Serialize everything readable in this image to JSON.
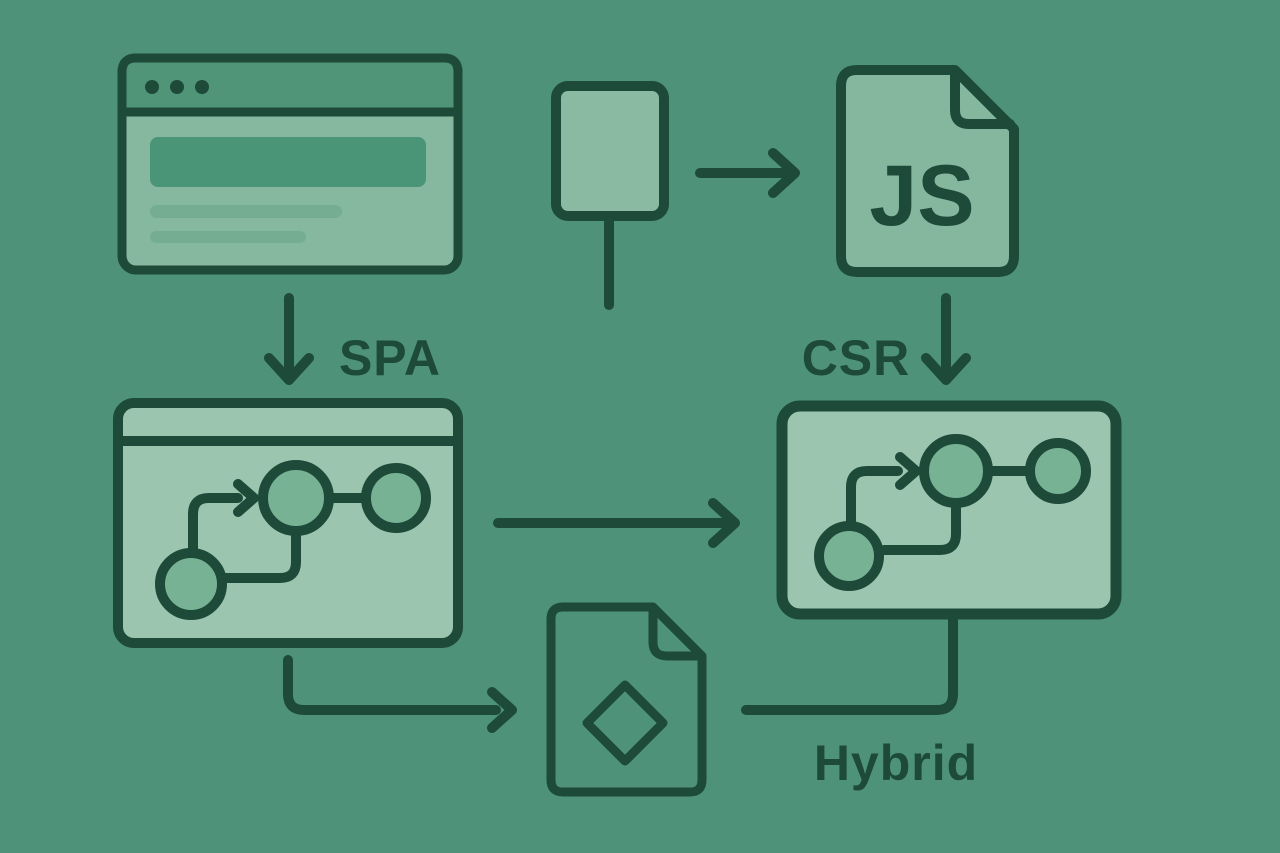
{
  "labels": {
    "spa": "SPA",
    "csr": "CSR",
    "hybrid": "Hybrid",
    "js_file": "JS"
  },
  "colors": {
    "background": "#4e9379",
    "outline": "#1d4a39",
    "window_body": "#9cc5af",
    "browser_body": "#86b79f",
    "browser_header": "#519579",
    "hero_block": "#4a9478",
    "text_line": "#74ad92",
    "flow_node_fill": "#77b295",
    "card_fill": "#8abaa2",
    "js_file_fill": "#85b79e"
  },
  "diagram": {
    "nodes": [
      {
        "id": "browser-window",
        "label": ""
      },
      {
        "id": "ui-card",
        "label": ""
      },
      {
        "id": "js-file",
        "label": "JS"
      },
      {
        "id": "spa-window",
        "label": "SPA"
      },
      {
        "id": "csr-window",
        "label": "CSR"
      },
      {
        "id": "hybrid-document",
        "label": "Hybrid"
      }
    ],
    "edges": [
      {
        "from": "browser-window",
        "to": "spa-window",
        "type": "arrow-down"
      },
      {
        "from": "ui-card",
        "to": "js-file",
        "type": "arrow-right"
      },
      {
        "from": "js-file",
        "to": "csr-window",
        "type": "arrow-down"
      },
      {
        "from": "spa-window",
        "to": "csr-window",
        "type": "arrow-right"
      },
      {
        "from": "spa-window",
        "to": "hybrid-document",
        "type": "arrow-elbow-right"
      },
      {
        "from": "csr-window",
        "to": "hybrid-document",
        "type": "line-elbow-left"
      }
    ],
    "icons": [
      "browser-window-icon",
      "card-icon",
      "js-file-icon",
      "flowchart-icon",
      "document-diamond-icon"
    ]
  }
}
